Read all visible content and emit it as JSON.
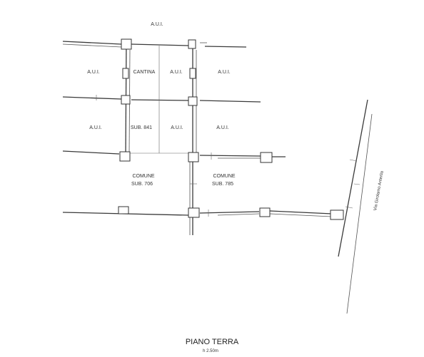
{
  "plan": {
    "title": "PIANO TERRA",
    "height_note": "h 2.50m",
    "street": "Via Girolamo Anterlia",
    "rooms": {
      "top": "A.U.I.",
      "left_1": "A.U.I.",
      "cantina": "CANTINA",
      "mid_1": "A.U.I.",
      "right_1": "A.U.I.",
      "left_2": "A.U.I.",
      "sub841": "SUB. 841",
      "mid_2": "A.U.I.",
      "right_2": "A.U.I.",
      "comune_left": "COMUNE",
      "sub706": "SUB. 706",
      "comune_right": "COMUNE",
      "sub785": "SUB. 785"
    }
  }
}
